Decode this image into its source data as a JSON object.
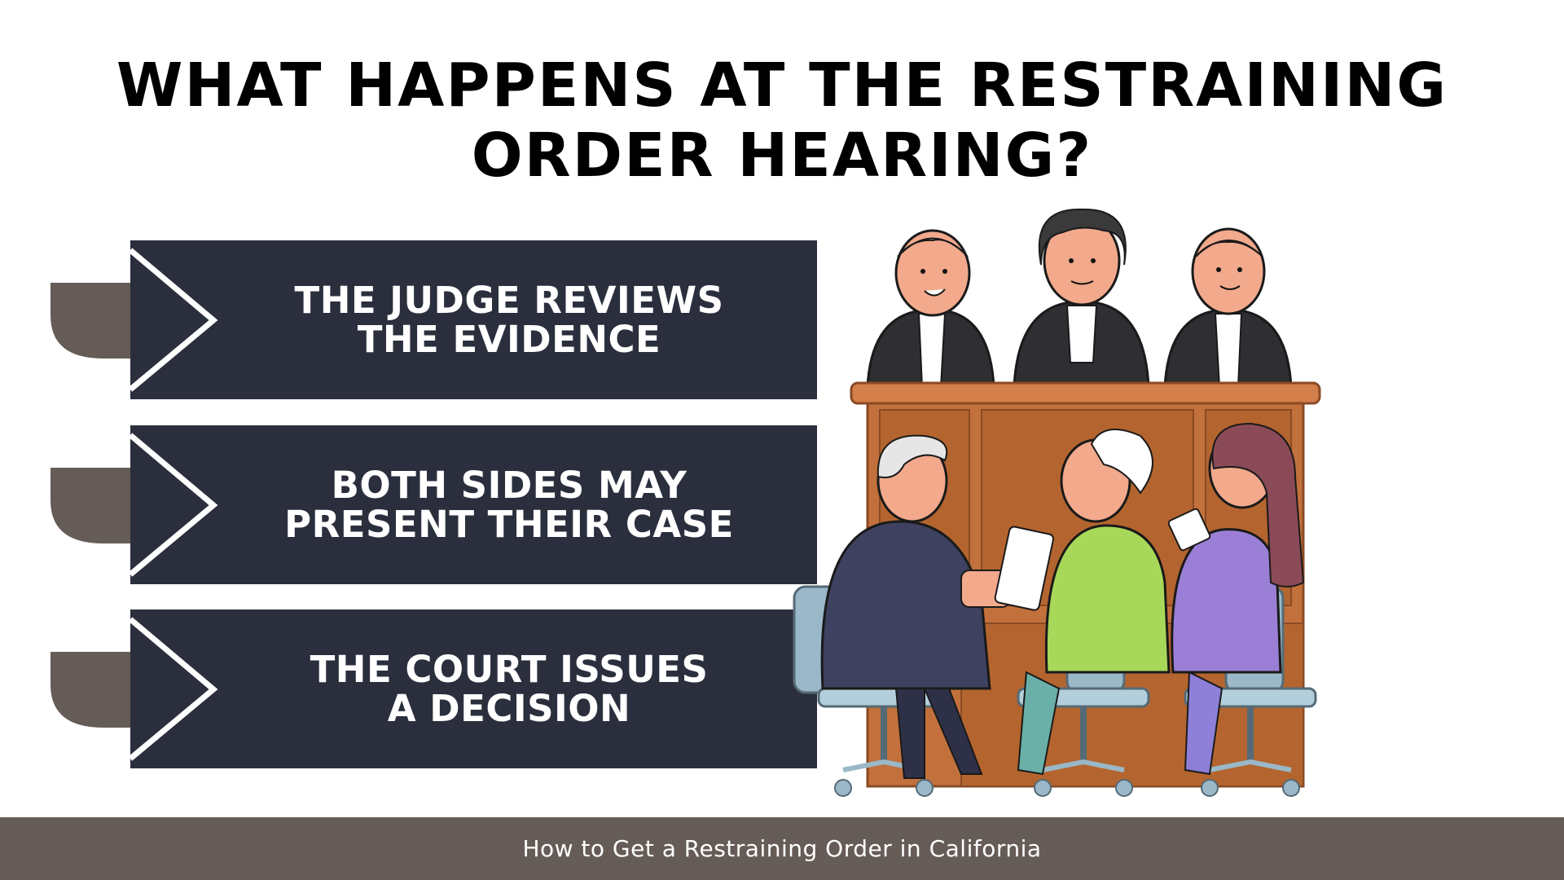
{
  "title": {
    "line1": "WHAT HAPPENS AT THE RESTRAINING",
    "line2": "ORDER HEARING?"
  },
  "steps": [
    {
      "line1": "THE JUDGE REVIEWS",
      "line2": "THE EVIDENCE"
    },
    {
      "line1": "BOTH SIDES MAY",
      "line2": "PRESENT THEIR CASE"
    },
    {
      "line1": "THE COURT ISSUES",
      "line2": "A DECISION"
    }
  ],
  "footer": {
    "text": "How to Get a Restraining Order in California"
  },
  "colors": {
    "banner": "#2b2f3d",
    "arrow_tab": "#665c57",
    "footer": "#665c57",
    "text_light": "#ffffff"
  }
}
